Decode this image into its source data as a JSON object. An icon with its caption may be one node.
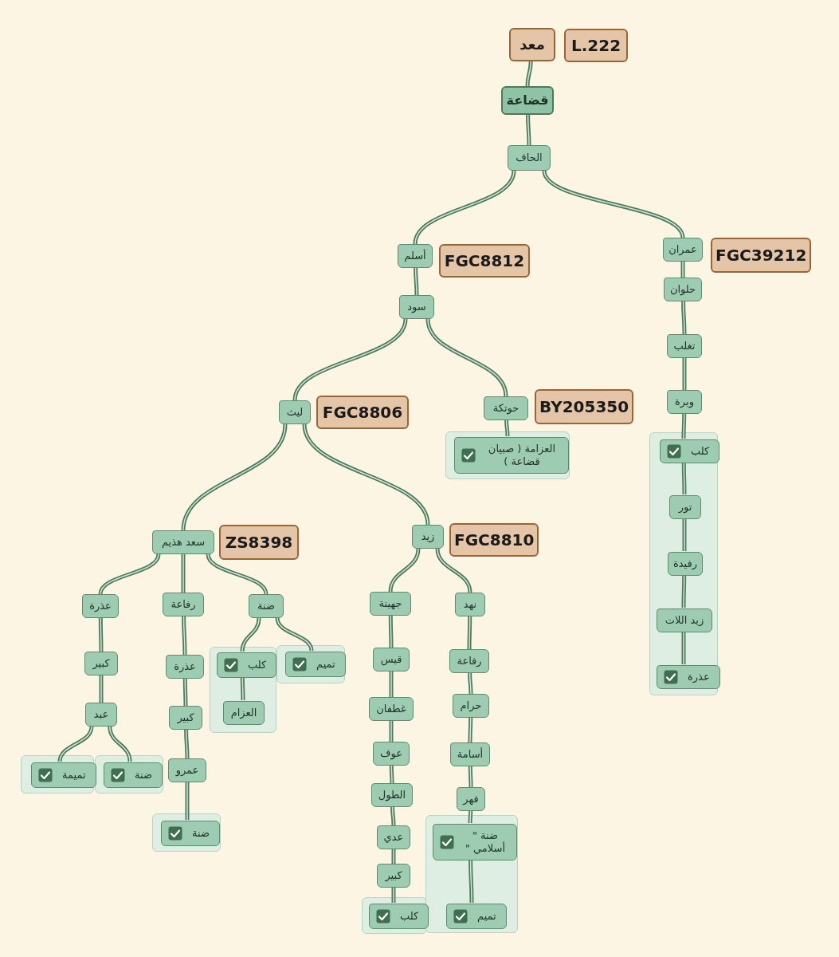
{
  "diagram": {
    "nodes": [
      {
        "text": [
          "معد"
        ]
      },
      {
        "text": [
          "L.222"
        ]
      },
      {
        "text": [
          "قضاعة"
        ]
      },
      {
        "text": [
          "الحاف"
        ]
      },
      {
        "text": [
          "أسلم"
        ]
      },
      {
        "text": [
          "FGC8812"
        ]
      },
      {
        "text": [
          "عمران"
        ]
      },
      {
        "text": [
          "FGC39212"
        ]
      },
      {
        "text": [
          "حلوان"
        ]
      },
      {
        "text": [
          "تغلب"
        ]
      },
      {
        "text": [
          "وبرة"
        ]
      },
      {
        "text": [],
        "shape": "box"
      },
      {
        "text": [
          "كلب"
        ],
        "in": 11
      },
      {
        "text": [
          "تور"
        ],
        "in": 11
      },
      {
        "text": [
          "رفيدة"
        ],
        "in": 11
      },
      {
        "text": [
          "زيد اللات"
        ],
        "in": 11
      },
      {
        "text": [
          "عذرة"
        ],
        "in": 11
      },
      {
        "text": [
          "سود"
        ]
      },
      {
        "text": [
          "ليث"
        ]
      },
      {
        "text": [
          "FGC8806"
        ]
      },
      {
        "text": [
          "حوتكة"
        ]
      },
      {
        "text": [
          "BY205350"
        ]
      },
      {
        "text": [],
        "shape": "box"
      },
      {
        "text": [
          "العزامة ( صبيان قضاعة )"
        ],
        "in": 22
      },
      {
        "text": [
          "سعد هذيم"
        ]
      },
      {
        "text": [
          "ZS8398"
        ]
      },
      {
        "text": [
          "زيد"
        ]
      },
      {
        "text": [
          "FGC8810"
        ]
      },
      {
        "text": [
          "عذرة"
        ]
      },
      {
        "text": [
          "كبير"
        ]
      },
      {
        "text": [
          "عبد"
        ]
      },
      {
        "text": [],
        "shape": "box"
      },
      {
        "text": [
          "تميمة"
        ],
        "in": 31
      },
      {
        "text": [],
        "shape": "box"
      },
      {
        "text": [
          "ضنة"
        ],
        "in": 33
      },
      {
        "text": [
          "رفاعة"
        ]
      },
      {
        "text": [
          "عذرة"
        ]
      },
      {
        "text": [
          "كبير"
        ]
      },
      {
        "text": [
          "عمرو"
        ]
      },
      {
        "text": [],
        "shape": "box"
      },
      {
        "text": [
          "ضنة"
        ],
        "in": 39
      },
      {
        "text": [
          "ضنة"
        ]
      },
      {
        "text": [],
        "shape": "box"
      },
      {
        "text": [
          "كلب"
        ],
        "in": 42
      },
      {
        "text": [
          "العزام"
        ],
        "in": 42
      },
      {
        "text": [],
        "shape": "box"
      },
      {
        "text": [
          "تميم"
        ],
        "in": 45
      },
      {
        "text": [
          "جهينة"
        ]
      },
      {
        "text": [
          "قيس"
        ]
      },
      {
        "text": [
          "غطفان"
        ]
      },
      {
        "text": [
          "عوف"
        ]
      },
      {
        "text": [
          "الطول"
        ]
      },
      {
        "text": [
          "عدي"
        ]
      },
      {
        "text": [
          "كبير"
        ]
      },
      {
        "text": [],
        "shape": "box"
      },
      {
        "text": [
          "كلب"
        ],
        "in": 54
      },
      {
        "text": [
          "نهد"
        ]
      },
      {
        "text": [
          "رفاعة"
        ]
      },
      {
        "text": [
          "حرام"
        ]
      },
      {
        "text": [
          "أسامة"
        ]
      },
      {
        "text": [
          "فهر"
        ]
      },
      {
        "text": [],
        "shape": "box"
      },
      {
        "text": [
          "ضنة \" أسلامي \""
        ],
        "in": 61
      },
      {
        "text": [
          "تميم"
        ],
        "in": 61
      }
    ],
    "edges": [
      {
        "from": 0,
        "to": 2,
        "arrow": "none"
      },
      {
        "from": 2,
        "to": 3,
        "arrow": "none"
      },
      {
        "from": 3,
        "to": 4,
        "arrow": "none"
      },
      {
        "from": 3,
        "to": 6,
        "arrow": "none"
      },
      {
        "from": 6,
        "to": 8,
        "arrow": "none"
      },
      {
        "from": 8,
        "to": 9,
        "arrow": "none"
      },
      {
        "from": 9,
        "to": 10,
        "arrow": "none"
      },
      {
        "from": 10,
        "to": 12,
        "arrow": "none"
      },
      {
        "from": 12,
        "to": 13,
        "arrow": "none"
      },
      {
        "from": 13,
        "to": 14,
        "arrow": "none"
      },
      {
        "from": 14,
        "to": 15,
        "arrow": "none"
      },
      {
        "from": 15,
        "to": 16,
        "arrow": "none"
      },
      {
        "from": 4,
        "to": 17,
        "arrow": "none"
      },
      {
        "from": 17,
        "to": 18,
        "arrow": "none"
      },
      {
        "from": 17,
        "to": 20,
        "arrow": "none"
      },
      {
        "from": 20,
        "to": 23,
        "arrow": "none"
      },
      {
        "from": 18,
        "to": 24,
        "arrow": "none"
      },
      {
        "from": 18,
        "to": 26,
        "arrow": "none"
      },
      {
        "from": 24,
        "to": 28,
        "arrow": "none"
      },
      {
        "from": 24,
        "to": 35,
        "arrow": "none"
      },
      {
        "from": 24,
        "to": 41,
        "arrow": "none"
      },
      {
        "from": 28,
        "to": 29,
        "arrow": "none"
      },
      {
        "from": 29,
        "to": 30,
        "arrow": "none"
      },
      {
        "from": 30,
        "to": 32,
        "arrow": "none"
      },
      {
        "from": 30,
        "to": 34,
        "arrow": "none"
      },
      {
        "from": 35,
        "to": 36,
        "arrow": "none"
      },
      {
        "from": 36,
        "to": 37,
        "arrow": "none"
      },
      {
        "from": 37,
        "to": 38,
        "arrow": "none"
      },
      {
        "from": 38,
        "to": 40,
        "arrow": "none"
      },
      {
        "from": 41,
        "to": 43,
        "arrow": "none"
      },
      {
        "from": 41,
        "to": 46,
        "arrow": "none"
      },
      {
        "from": 43,
        "to": 44,
        "arrow": "none"
      },
      {
        "from": 26,
        "to": 47,
        "arrow": "none"
      },
      {
        "from": 26,
        "to": 56,
        "arrow": "none"
      },
      {
        "from": 47,
        "to": 48,
        "arrow": "none"
      },
      {
        "from": 48,
        "to": 49,
        "arrow": "none"
      },
      {
        "from": 49,
        "to": 50,
        "arrow": "none"
      },
      {
        "from": 50,
        "to": 51,
        "arrow": "none"
      },
      {
        "from": 51,
        "to": 52,
        "arrow": "none"
      },
      {
        "from": 52,
        "to": 53,
        "arrow": "none"
      },
      {
        "from": 53,
        "to": 55,
        "arrow": "none"
      },
      {
        "from": 56,
        "to": 57,
        "arrow": "none"
      },
      {
        "from": 57,
        "to": 58,
        "arrow": "none"
      },
      {
        "from": 58,
        "to": 59,
        "arrow": "none"
      },
      {
        "from": 59,
        "to": 60,
        "arrow": "none"
      },
      {
        "from": 60,
        "to": 62,
        "arrow": "none"
      },
      {
        "from": 62,
        "to": 63,
        "arrow": "none"
      }
    ]
  }
}
